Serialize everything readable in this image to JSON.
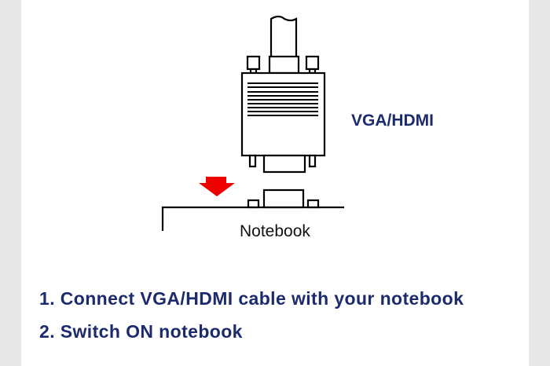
{
  "diagram": {
    "connector_label": "VGA/HDMI",
    "device_label": "Notebook",
    "arrow_color": "#ee0000"
  },
  "instructions": [
    "1. Connect VGA/HDMI cable with your notebook",
    "2. Switch ON notebook"
  ]
}
